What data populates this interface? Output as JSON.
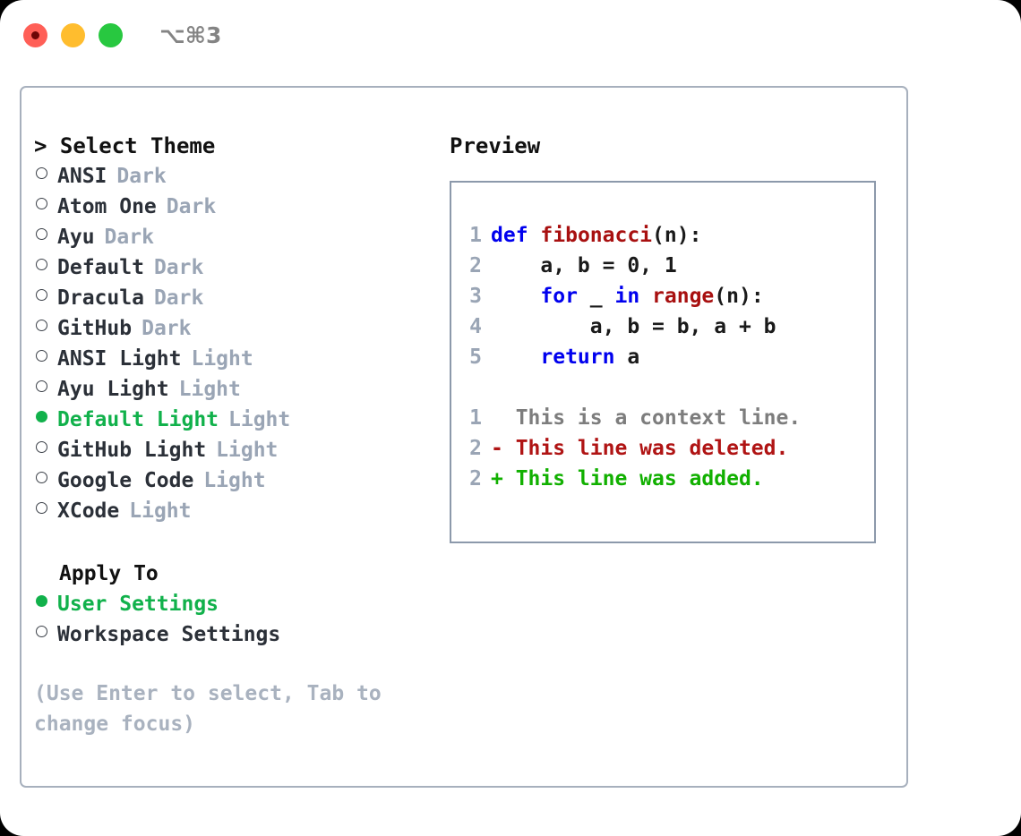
{
  "window": {
    "shortcut": "⌥⌘3",
    "traffic_lights": [
      {
        "name": "close",
        "color": "#ff5f57"
      },
      {
        "name": "minimize",
        "color": "#ffbd2e"
      },
      {
        "name": "zoom",
        "color": "#28c840"
      }
    ]
  },
  "theme_panel": {
    "header": "> Select Theme",
    "items": [
      {
        "name": "ANSI",
        "tag": "Dark",
        "selected": false
      },
      {
        "name": "Atom One",
        "tag": "Dark",
        "selected": false
      },
      {
        "name": "Ayu",
        "tag": "Dark",
        "selected": false
      },
      {
        "name": "Default",
        "tag": "Dark",
        "selected": false
      },
      {
        "name": "Dracula",
        "tag": "Dark",
        "selected": false
      },
      {
        "name": "GitHub",
        "tag": "Dark",
        "selected": false
      },
      {
        "name": "ANSI Light",
        "tag": "Light",
        "selected": false
      },
      {
        "name": "Ayu Light",
        "tag": "Light",
        "selected": false
      },
      {
        "name": "Default Light",
        "tag": "Light",
        "selected": true
      },
      {
        "name": "GitHub Light",
        "tag": "Light",
        "selected": false
      },
      {
        "name": "Google Code",
        "tag": "Light",
        "selected": false
      },
      {
        "name": "XCode",
        "tag": "Light",
        "selected": false
      }
    ]
  },
  "apply_to": {
    "title": "Apply To",
    "items": [
      {
        "name": "User Settings",
        "selected": true
      },
      {
        "name": "Workspace Settings",
        "selected": false
      }
    ]
  },
  "hint": "(Use Enter to select, Tab to change focus)",
  "preview": {
    "heading": "Preview",
    "code_lines": [
      {
        "num": "1",
        "tokens": [
          {
            "t": "def",
            "c": "kw"
          },
          {
            "t": " ",
            "c": "pl"
          },
          {
            "t": "fibonacci",
            "c": "fn"
          },
          {
            "t": "(n):",
            "c": "pl"
          }
        ]
      },
      {
        "num": "2",
        "tokens": [
          {
            "t": "    a, b = 0, 1",
            "c": "pl"
          }
        ]
      },
      {
        "num": "3",
        "tokens": [
          {
            "t": "    ",
            "c": "pl"
          },
          {
            "t": "for",
            "c": "kw"
          },
          {
            "t": " _ ",
            "c": "pl"
          },
          {
            "t": "in",
            "c": "kw"
          },
          {
            "t": " ",
            "c": "pl"
          },
          {
            "t": "range",
            "c": "fn"
          },
          {
            "t": "(n):",
            "c": "pl"
          }
        ]
      },
      {
        "num": "4",
        "tokens": [
          {
            "t": "        a, b = b, a + b",
            "c": "pl"
          }
        ]
      },
      {
        "num": "5",
        "tokens": [
          {
            "t": "    ",
            "c": "pl"
          },
          {
            "t": "return",
            "c": "kw"
          },
          {
            "t": " a",
            "c": "pl"
          }
        ]
      }
    ],
    "diff_lines": [
      {
        "num": "1",
        "text": "  This is a context line.",
        "cls": "ctx"
      },
      {
        "num": "2",
        "text": "- This line was deleted.",
        "cls": "del"
      },
      {
        "num": "2",
        "text": "+ This line was added.",
        "cls": "add"
      }
    ]
  },
  "colors": {
    "accent_green": "#11b14b",
    "muted_gray": "#9aa5b5",
    "keyword_blue": "#0000ee",
    "function_red": "#a81010",
    "diff_add": "#11b000",
    "diff_del": "#b01414",
    "border": "#a7b0bd"
  }
}
